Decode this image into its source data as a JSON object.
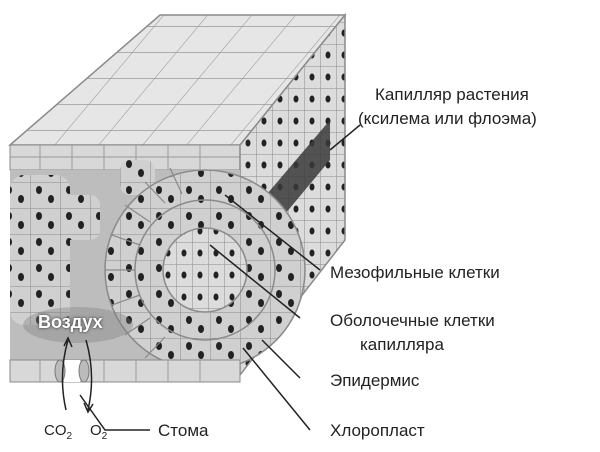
{
  "labels": {
    "capillary_line1": "Капилляр растения",
    "capillary_line2": "(ксилема или флоэма)",
    "mesophyll": "Мезофильные клетки",
    "sheath_line1": "Оболочечные клетки",
    "sheath_line2": "капилляра",
    "epidermis": "Эпидермис",
    "chloroplast": "Хлоропласт",
    "stoma": "Стома",
    "air": "Воздух",
    "co2_base": "CO",
    "co2_sub": "2",
    "o2_base": "O",
    "o2_sub": "2"
  }
}
